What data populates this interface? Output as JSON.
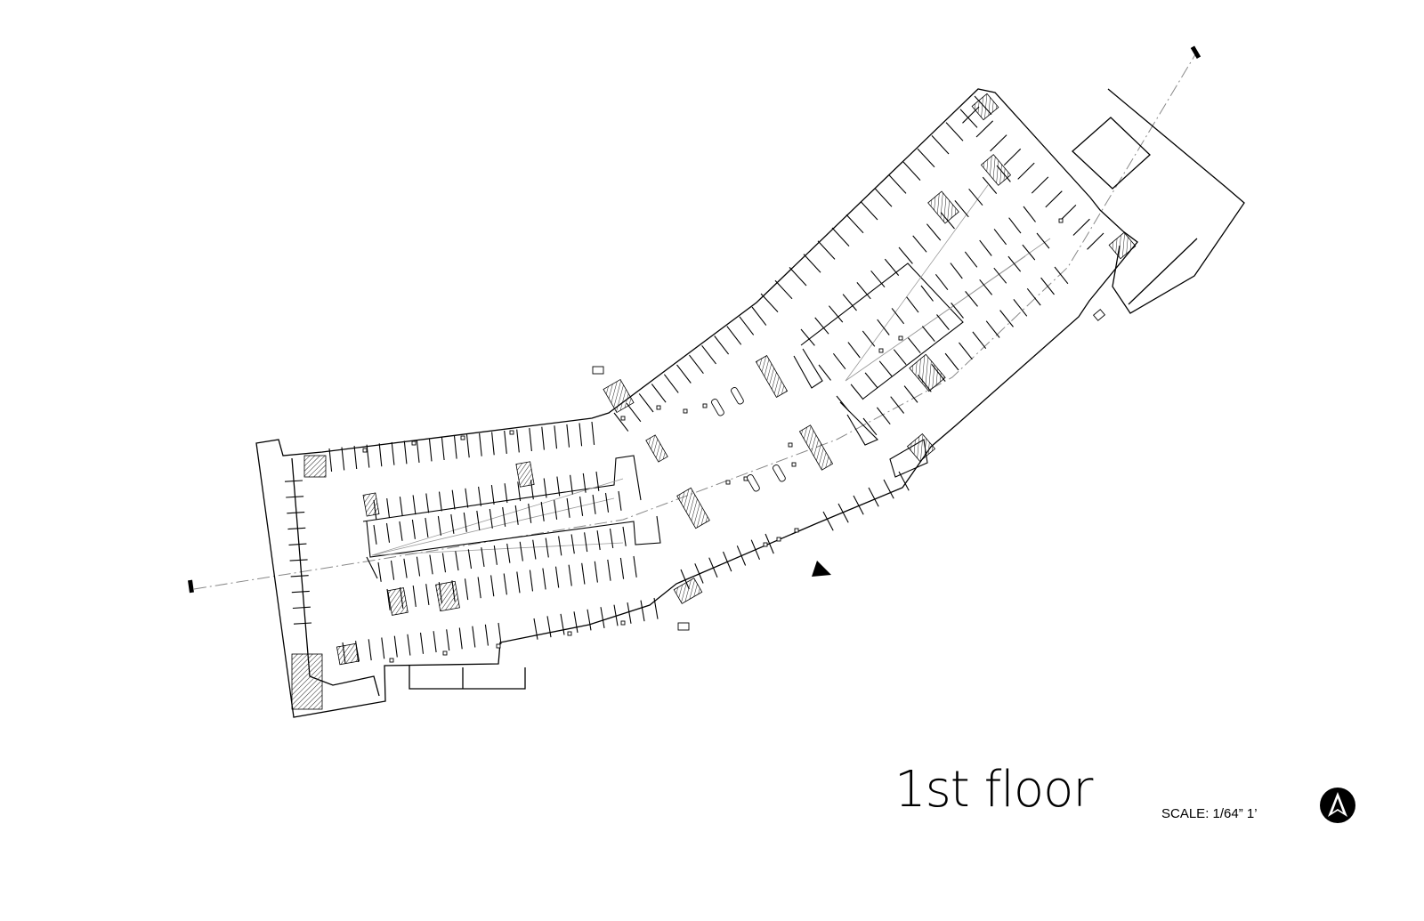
{
  "drawing": {
    "title": "1st floor",
    "scale_text": "SCALE: 1/64” 1’"
  },
  "icons": {
    "north_arrow": "north-arrow-icon",
    "section_marker": "section-marker-triangle"
  },
  "colors": {
    "line": "#000000",
    "background": "#ffffff",
    "hatch": "#222222",
    "centerline": "#888888"
  }
}
